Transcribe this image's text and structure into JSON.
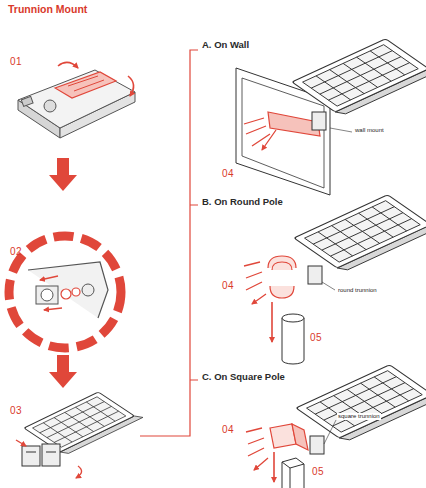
{
  "diagram": {
    "title": "Trunnion Mount",
    "labels": [
      "01",
      "02",
      "03",
      "A. On Wall",
      "wall mount",
      "04",
      "B. On Round Pole",
      "04",
      "round trunnion",
      "05",
      "C. On Square Pole",
      "04",
      "square trunnion",
      "05"
    ]
  }
}
